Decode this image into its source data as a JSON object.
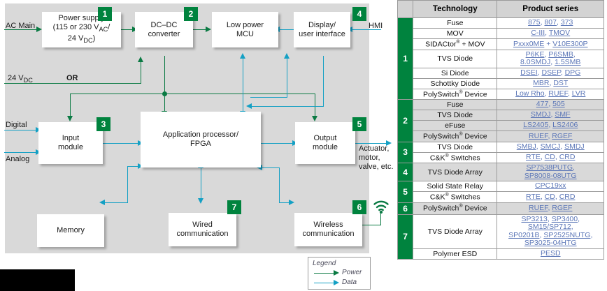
{
  "diagram": {
    "blocks": [
      {
        "id": "power-supply",
        "lines": [
          "Power supply",
          "(115 or 230 V<sub>AC</sub>/",
          "24 V<sub>DC</sub>)"
        ],
        "tag": "1"
      },
      {
        "id": "dcdc-converter",
        "lines": [
          "DC–DC",
          "converter"
        ],
        "tag": "2"
      },
      {
        "id": "low-power-mcu",
        "lines": [
          "Low power",
          "MCU"
        ],
        "tag": ""
      },
      {
        "id": "display-user-interface",
        "lines": [
          "Display/",
          "user interface"
        ],
        "tag": "4"
      },
      {
        "id": "input-module",
        "lines": [
          "Input",
          "module"
        ],
        "tag": "3"
      },
      {
        "id": "application-processor",
        "lines": [
          "Application processor/",
          "FPGA"
        ],
        "tag": ""
      },
      {
        "id": "output-module",
        "lines": [
          "Output",
          "module"
        ],
        "tag": "5"
      },
      {
        "id": "memory",
        "lines": [
          "Memory"
        ],
        "tag": ""
      },
      {
        "id": "wired-communication",
        "lines": [
          "Wired",
          "communication"
        ],
        "tag": "7"
      },
      {
        "id": "wireless-communication",
        "lines": [
          "Wireless",
          "communication"
        ],
        "tag": "6"
      }
    ],
    "labels": {
      "ac_main": "AC Main",
      "vdc_24": "24 V<sub>DC</sub>",
      "or": "OR",
      "digital": "Digital",
      "analog": "Analog",
      "hmi": "HMI",
      "actuator": "Actuator,\nmotor,\nvalve, etc."
    },
    "legend": {
      "title": "Legend",
      "power": "Power",
      "data": "Data"
    },
    "colors": {
      "power": "#0a7a43",
      "data": "#14a0c4",
      "tag_green": "#00833e",
      "panel_bg": "#d9d9d9",
      "block_bg": "#ffffff"
    }
  },
  "table": {
    "headers": [
      "",
      "Technology",
      "Product series"
    ],
    "groups": [
      {
        "number": "1",
        "shade": false,
        "rows": [
          {
            "technology": "Fuse",
            "products": "875, 807, 373"
          },
          {
            "technology": "MOV",
            "products": "C-III, TMOV"
          },
          {
            "technology": "SIDACtor<sup>®</sup> + MOV",
            "products": "Pxxx0ME + V10E300P"
          },
          {
            "technology": "TVS Diode",
            "products": "P6KE, P6SMB,\n8.0SMDJ, 1.5SMB"
          },
          {
            "technology": "Si Diode",
            "products": "DSEI, DSEP, DPG"
          },
          {
            "technology": "Schottky Diode",
            "products": "MBR, DST"
          },
          {
            "technology": "PolySwitch<sup>®</sup> Device",
            "products": "Low Rho, RUEF, LVR"
          }
        ]
      },
      {
        "number": "2",
        "shade": true,
        "rows": [
          {
            "technology": "Fuse",
            "products": "477, 505"
          },
          {
            "technology": "TVS Diode",
            "products": "SMDJ, SMF"
          },
          {
            "technology": "eFuse",
            "products": "LS2405, LS2406"
          },
          {
            "technology": "PolySwitch<sup>®</sup> Device",
            "products": "RUEF, RGEF"
          }
        ]
      },
      {
        "number": "3",
        "shade": false,
        "rows": [
          {
            "technology": "TVS Diode",
            "products": "SMBJ, SMCJ, SMDJ"
          },
          {
            "technology": "C&K<sup>®</sup> Switches",
            "products": "RTE, CD, CRD"
          }
        ]
      },
      {
        "number": "4",
        "shade": true,
        "rows": [
          {
            "technology": "TVS Diode Array",
            "products": "SP7538PUTG,\nSP8008-08UTG"
          }
        ]
      },
      {
        "number": "5",
        "shade": false,
        "rows": [
          {
            "technology": "Solid State Relay",
            "products": "CPC19xx"
          },
          {
            "technology": "C&K<sup>®</sup> Switches",
            "products": "RTE, CD, CRD"
          }
        ]
      },
      {
        "number": "6",
        "shade": true,
        "rows": [
          {
            "technology": "PolySwitch<sup>®</sup> Device",
            "products": "RUEF, RGEF"
          }
        ]
      },
      {
        "number": "7",
        "shade": false,
        "rows": [
          {
            "technology": "TVS Diode Array",
            "products": "SP3213, SP3400, SM15/SP712,\nSP0201B, SP2525NUTG,\nSP3025-04HTG"
          },
          {
            "technology": "Polymer ESD",
            "products": "PESD"
          }
        ]
      }
    ]
  }
}
